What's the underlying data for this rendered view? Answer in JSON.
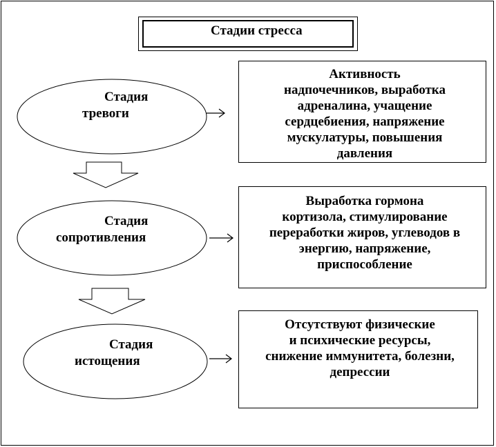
{
  "title": "Стадии стресса",
  "stages": [
    {
      "name_line1": "Стадия",
      "name_line2": "тревоги",
      "description": "Активность\nнадпочечников, выработка\nадреналина, учащение\nсердцебиения, напряжение\nмускулатуры, повышения\nдавления"
    },
    {
      "name_line1": "Стадия",
      "name_line2": "сопротивления",
      "description": "Выработка гормона\nкортизола, стимулирование\nпереработки жиров, углеводов в\nэнергию, напряжение,\nприспособление"
    },
    {
      "name_line1": "Стадия",
      "name_line2": "истощения",
      "description": "Отсутствуют физические\nи психические ресурсы,\nснижение иммунитета, болезни,\nдепрессии"
    }
  ]
}
